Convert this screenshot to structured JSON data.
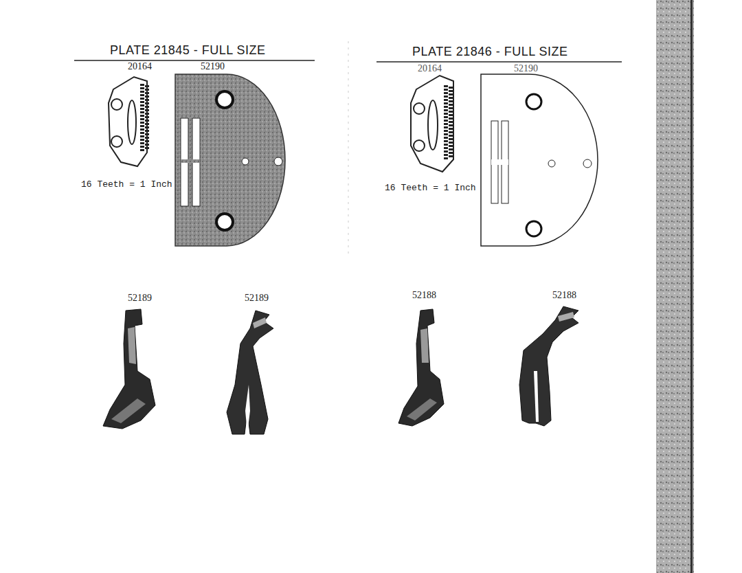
{
  "diagram": {
    "labels": [
      "PLATE 21845 - FULL SIZE",
      "20164",
      "52190",
      "16 Teeth = 1 Inch",
      "52189",
      "52189",
      "PLATE 21846 - FULL SIZE",
      "20164",
      "52190",
      "16 Teeth = 1 Inch",
      "52188",
      "52188"
    ]
  }
}
